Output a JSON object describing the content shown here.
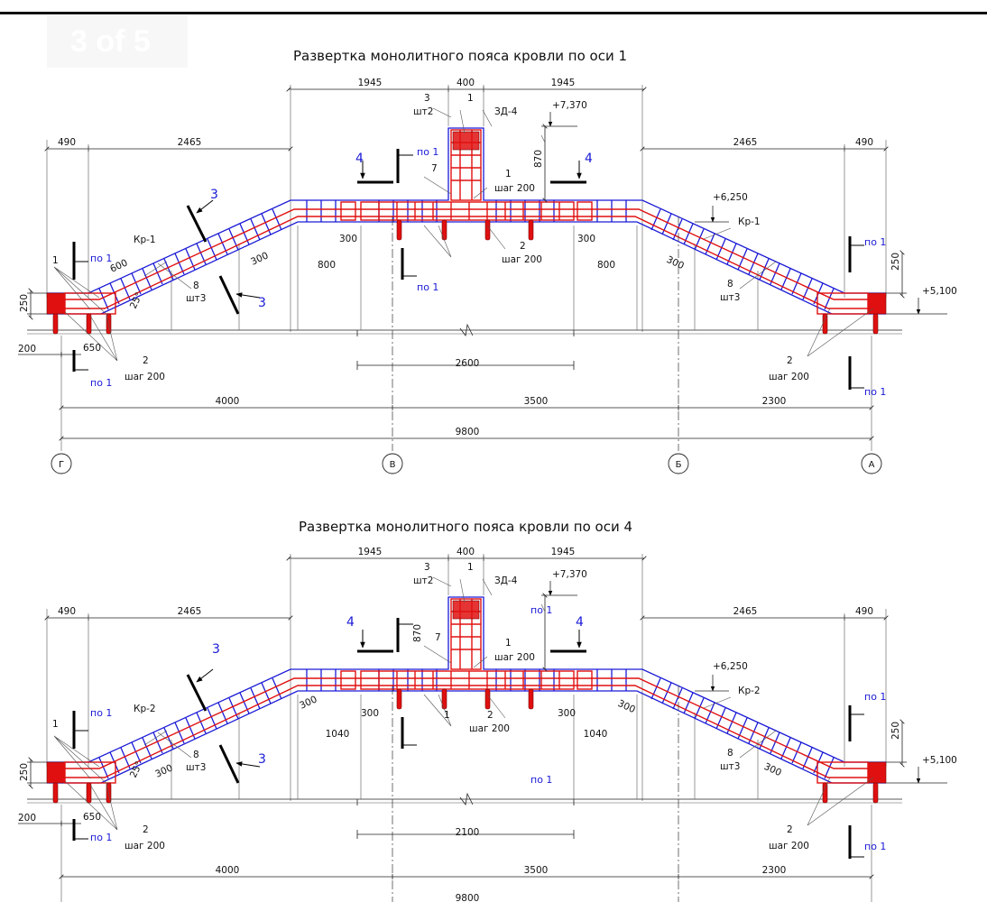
{
  "page_indicator": "3 of 5",
  "drawings": [
    {
      "title": "Развертка монолитного пояса кровли по оси 1",
      "frame": "Кр-1",
      "dims_top": [
        "490",
        "2465",
        "1945",
        "400",
        "1945",
        "2465",
        "490"
      ],
      "elevations": {
        "top": "+7,370",
        "mid": "+6,250",
        "base": "+5,100"
      },
      "height_center": "870",
      "height_end": "250",
      "height_left": "250",
      "offset_left": "200",
      "span_inner": "800",
      "width_300": "300",
      "width_600": "600",
      "width_650": "650",
      "width_center_lower": "2600",
      "angle": "25°",
      "marks": {
        "m1": "1",
        "m2": "2",
        "m3": "3",
        "m7": "7",
        "m8": "8",
        "sht2": "шт2",
        "sht3": "шт3",
        "shag200": "шаг 200",
        "zd4": "ЗД-4"
      },
      "section_labels": {
        "s3": "3",
        "s4": "4",
        "po1": "по 1"
      },
      "dims_bottom": [
        "4000",
        "3500",
        "2300"
      ],
      "total": "9800",
      "axes": [
        "Г",
        "В",
        "Б",
        "А"
      ]
    },
    {
      "title": "Развертка монолитного пояса кровли по оси 4",
      "frame": "Кр-2",
      "dims_top": [
        "490",
        "2465",
        "1945",
        "400",
        "1945",
        "2465",
        "490"
      ],
      "elevations": {
        "top": "+7,370",
        "mid": "+6,250",
        "base": "+5,100"
      },
      "height_center": "870",
      "height_end": "250",
      "height_left": "250",
      "offset_left": "200",
      "span_inner": "1040",
      "width_300": "300",
      "width_650": "650",
      "width_center_lower": "2100",
      "angle": "25°",
      "marks": {
        "m1": "1",
        "m2": "2",
        "m3": "3",
        "m7": "7",
        "m8": "8",
        "sht2": "шт2",
        "sht3": "шт3",
        "shag200": "шаг 200",
        "zd4": "ЗД-4"
      },
      "section_labels": {
        "s3": "3",
        "s4": "4",
        "po1": "по 1"
      },
      "dims_bottom": [
        "4000",
        "3500",
        "2300"
      ],
      "total": "9800"
    }
  ]
}
